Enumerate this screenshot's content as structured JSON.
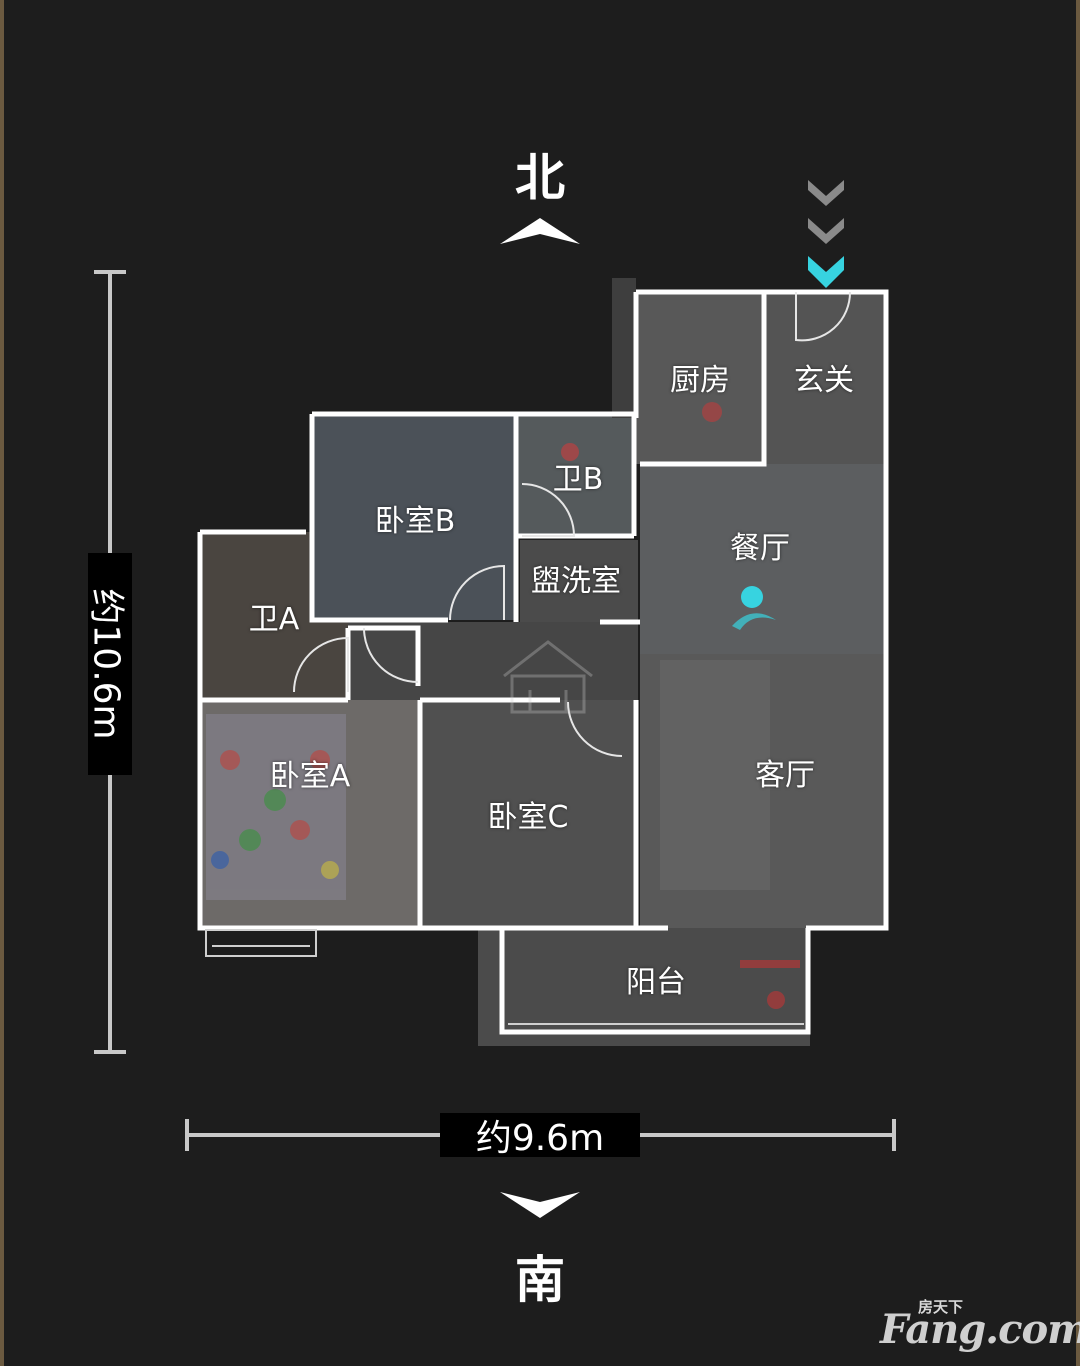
{
  "compass": {
    "north": "北",
    "south": "南"
  },
  "dimensions": {
    "width": "约9.6m",
    "height": "约10.6m"
  },
  "rooms": {
    "kitchen": "厨房",
    "foyer": "玄关",
    "bedroom_b": "卧室B",
    "bath_b": "卫B",
    "dining": "餐厅",
    "washroom": "盥洗室",
    "bath_a": "卫A",
    "bedroom_a": "卧室A",
    "bedroom_c": "卧室C",
    "living": "客厅",
    "balcony": "阳台"
  },
  "watermark": {
    "small": "房天下",
    "main": "Fang.com"
  },
  "colors": {
    "background": "#1d1d1d",
    "wall": "#ffffff",
    "accent": "#37d3e0",
    "entry_arrow": "#8a8a8a"
  },
  "icons": [
    "north-arrow-icon",
    "south-arrow-icon",
    "entry-chevron-icon",
    "viewer-position-icon",
    "logo-watermark-icon"
  ]
}
